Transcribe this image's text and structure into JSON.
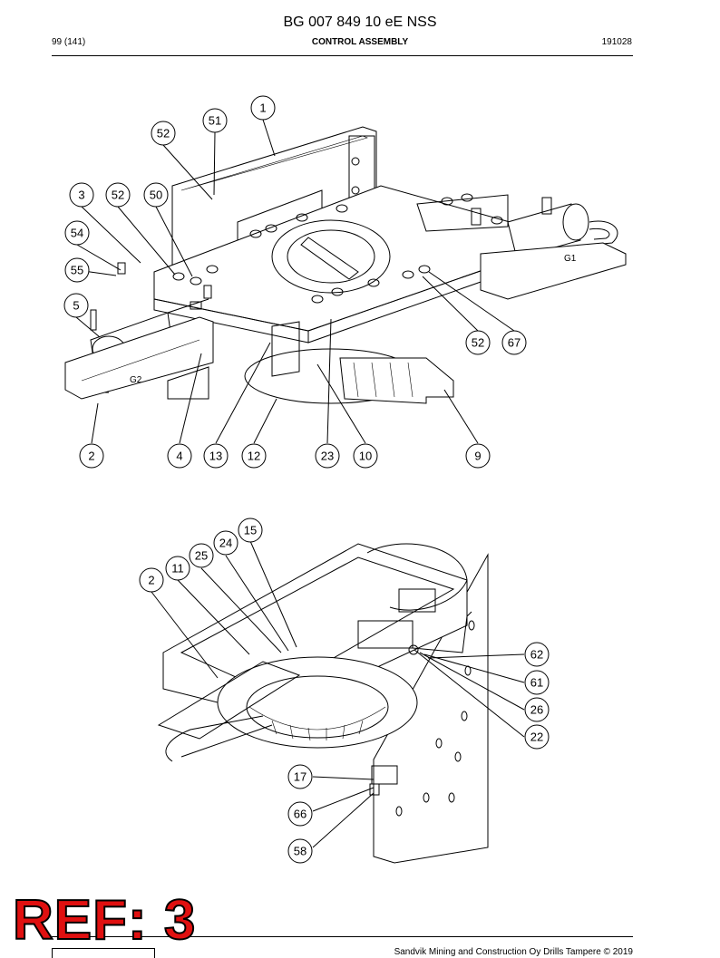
{
  "header": {
    "document_title": "BG 007 849 10 eE NSS",
    "page_number": "99 (141)",
    "section_title": "CONTROL ASSEMBLY",
    "date_code": "191028"
  },
  "footer": {
    "copyright": "Sandvik Mining and Construction Oy Drills Tampere © 2019"
  },
  "stamp": {
    "text": "REF: 3",
    "color": "#e01010"
  },
  "figure_top": {
    "callouts": [
      "1",
      "51",
      "52",
      "3",
      "52",
      "50",
      "54",
      "55",
      "5",
      "52",
      "67",
      "2",
      "4",
      "13",
      "12",
      "23",
      "10",
      "9"
    ]
  },
  "figure_bottom": {
    "callouts": [
      "15",
      "24",
      "25",
      "11",
      "2",
      "62",
      "61",
      "26",
      "22",
      "17",
      "66",
      "58"
    ]
  }
}
